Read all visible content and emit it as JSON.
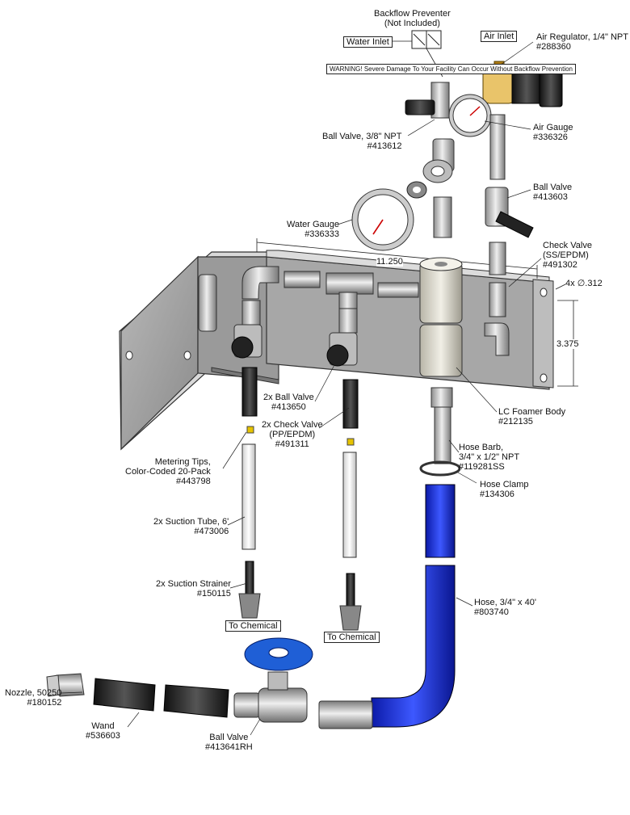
{
  "labels": {
    "backflow_preventer": "Backflow Preventer\n(Not Included)",
    "water_inlet": "Water Inlet",
    "air_inlet": "Air Inlet",
    "warning": "WARNING! Severe Damage\nTo Your Facility Can Occur\nWithout Backflow Prevention",
    "air_regulator": "Air Regulator, 1/4\" NPT\n#288360",
    "ball_valve_38": "Ball Valve, 3/8\" NPT\n#413612",
    "air_gauge": "Air Gauge\n#336326",
    "ball_valve_413603": "Ball Valve\n#413603",
    "water_gauge": "Water Gauge\n#336333",
    "check_valve_ss": "Check Valve\n(SS/EPDM)\n#491302",
    "holes": "4x",
    "hole_dia": ".312",
    "width_dim": "11.250",
    "height_dim": "3.375",
    "ball_valve_2x": "2x Ball Valve\n#413650",
    "check_valve_2x": "2x Check Valve\n(PP/EPDM)\n#491311",
    "lc_foamer": "LC Foamer Body\n#212135",
    "metering_tips": "Metering Tips,\nColor-Coded 20-Pack\n#443798",
    "hose_barb": "Hose Barb,\n3/4\" x 1/2\" NPT\n#119281SS",
    "hose_clamp": "Hose Clamp\n#134306",
    "suction_tube": "2x Suction Tube, 6'\n#473006",
    "hose": "Hose, 3/4\" x 40'\n#803740",
    "suction_strainer": "2x Suction Strainer\n#150115",
    "to_chemical_1": "To Chemical",
    "to_chemical_2": "To Chemical",
    "nozzle": "Nozzle, 50250\n#180152",
    "wand": "Wand\n#536603",
    "ball_valve_rh": "Ball Valve\n#413641RH"
  },
  "colors": {
    "steel": "#c9c9c9",
    "hose_blue": "#1a2fd6",
    "brass": "#d8a83a",
    "valve_blue": "#1f5fd6"
  }
}
